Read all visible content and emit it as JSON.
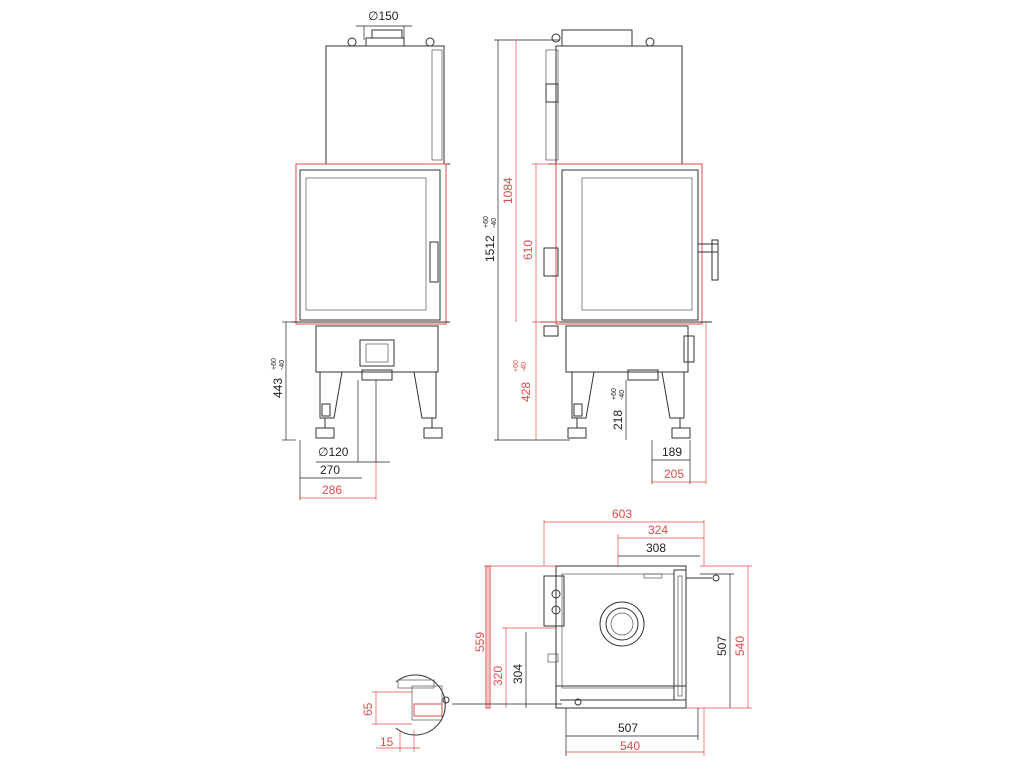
{
  "labels": {
    "flue_dia": "∅150",
    "inlet_dia": "∅120",
    "front_w270": "270",
    "front_w286": "286",
    "front_h443": "443",
    "front_tol443_up": "+60",
    "front_tol443_dn": "-40",
    "total_h": "1512",
    "total_tol_up": "+60",
    "total_tol_dn": "-40",
    "h1084": "1084",
    "h610": "610",
    "h428": "428",
    "tol428_up": "+60",
    "tol428_dn": "-40",
    "h218": "218",
    "tol218_up": "+60",
    "tol218_dn": "-40",
    "side_w189": "189",
    "side_w205": "205",
    "top_w603": "603",
    "top_w324": "324",
    "top_w308": "308",
    "top_h559": "559",
    "top_h320": "320",
    "top_h304": "304",
    "top_h507": "507",
    "top_h540": "540",
    "top_w507": "507",
    "top_w540": "540",
    "detail_h65": "65",
    "detail_w15": "15"
  },
  "colors": {
    "line": "#333333",
    "dimension_black": "#222222",
    "dimension_red": "#e04a4a"
  }
}
